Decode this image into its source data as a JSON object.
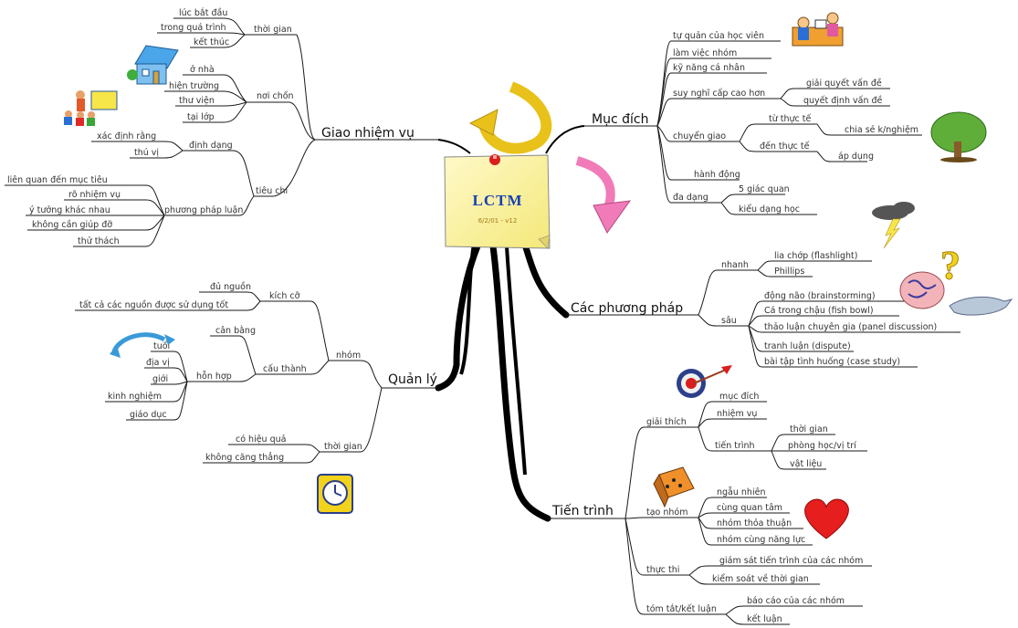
{
  "center": {
    "title": "LCTM",
    "subtitle": "6/2/01 - v12"
  },
  "branches": {
    "giao": {
      "label": "Giao nhiệm vụ",
      "thoigian": {
        "label": "thời gian",
        "items": [
          "lúc bắt đầu",
          "trong quá trình",
          "kết thúc"
        ]
      },
      "noichon": {
        "label": "nơi chốn",
        "items": [
          "ở nhà",
          "hiện trường",
          "thư viện",
          "tại lớp"
        ]
      },
      "tieuchi": {
        "label": "tiêu chí",
        "dinhdang": {
          "label": "định dạng",
          "items": [
            "xác định rằng",
            "thú vị"
          ]
        },
        "ppl": {
          "label": "phương pháp luận",
          "items": [
            "liên quan đến mục tiêu",
            "rõ nhiệm vụ",
            "ý tưởng khác nhau",
            "không cần giúp đỡ",
            "thử thách"
          ]
        }
      }
    },
    "mucdich": {
      "label": "Mục đích",
      "items": [
        "tự quản của học viên",
        "làm việc nhóm",
        "kỹ năng cá nhân"
      ],
      "suynghi": {
        "label": "suy nghĩ cấp cao hơn",
        "items": [
          "giải quyết vấn đề",
          "quyết định vấn đề"
        ]
      },
      "chuyengiao": {
        "label": "chuyển giao",
        "tuthucte": {
          "label": "từ thực tế",
          "items": [
            "chia sẻ k/nghiệm"
          ]
        },
        "denthucte": {
          "label": "đến thực tế",
          "items": [
            "áp dụng"
          ]
        }
      },
      "hanhdong": "hành động",
      "dadang": {
        "label": "đa dạng",
        "items": [
          "5 giác quan",
          "kiểu dạng học"
        ]
      }
    },
    "cacpp": {
      "label": "Các phương pháp",
      "nhanh": {
        "label": "nhanh",
        "items": [
          "lia chớp (flashlight)",
          "Phillips"
        ]
      },
      "sau": {
        "label": "sâu",
        "items": [
          "động não (brainstorming)",
          "Cá trong chậu (fish bowl)",
          "thảo luận chuyên gia (panel discussion)",
          "tranh luận (dispute)",
          "bài tập tình huống (case study)"
        ]
      }
    },
    "quanly": {
      "label": "Quản lý",
      "nhom": {
        "label": "nhóm",
        "kichco": {
          "label": "kích cỡ",
          "items": [
            "đủ nguồn",
            "tất cả các nguồn được sử dụng tốt"
          ]
        },
        "cauthanh": {
          "label": "cấu thành",
          "canbang": "cân bằng",
          "honhop": {
            "label": "hỗn hợp",
            "items": [
              "tuổi",
              "địa vị",
              "giới",
              "kinh nghiệm",
              "giáo dục"
            ]
          }
        }
      },
      "thoigian": {
        "label": "thời gian",
        "items": [
          "có hiệu quả",
          "không căng thẳng"
        ]
      }
    },
    "tientrinh": {
      "label": "Tiến trình",
      "giaithich": {
        "label": "giải thích",
        "items": [
          "mục đích",
          "nhiệm vụ"
        ],
        "tientrinh": {
          "label": "tiến trình",
          "items": [
            "thời gian",
            "phòng học/vị trí",
            "vật liệu"
          ]
        }
      },
      "taonhom": {
        "label": "tạo nhóm",
        "items": [
          "ngẫu nhiên",
          "cùng quan tâm",
          "nhóm thỏa thuận",
          "nhóm cùng năng lực"
        ]
      },
      "thucthi": {
        "label": "thực thi",
        "items": [
          "giám sát tiến trình của các nhóm",
          "kiểm soát về thời gian"
        ]
      },
      "tomtat": {
        "label": "tóm tắt/kết luận",
        "items": [
          "báo cáo của các nhóm",
          "kết luận"
        ]
      }
    }
  },
  "colors": {
    "note": "#fdf4a8",
    "pin": "#d81e1e",
    "arrow_yellow": "#e8c21a",
    "arrow_pink": "#f07bb8",
    "title": "#1a3fb4",
    "line": "#1a1a1a"
  },
  "icons": [
    "people-icon",
    "house-icon",
    "presenter-icon",
    "tree-icon",
    "storm-cloud-icon",
    "question-mark-icon",
    "brain-icon",
    "dolphin-icon",
    "target-icon",
    "dice-icon",
    "heart-icon",
    "clock-icon",
    "cycle-arrows-icon"
  ]
}
